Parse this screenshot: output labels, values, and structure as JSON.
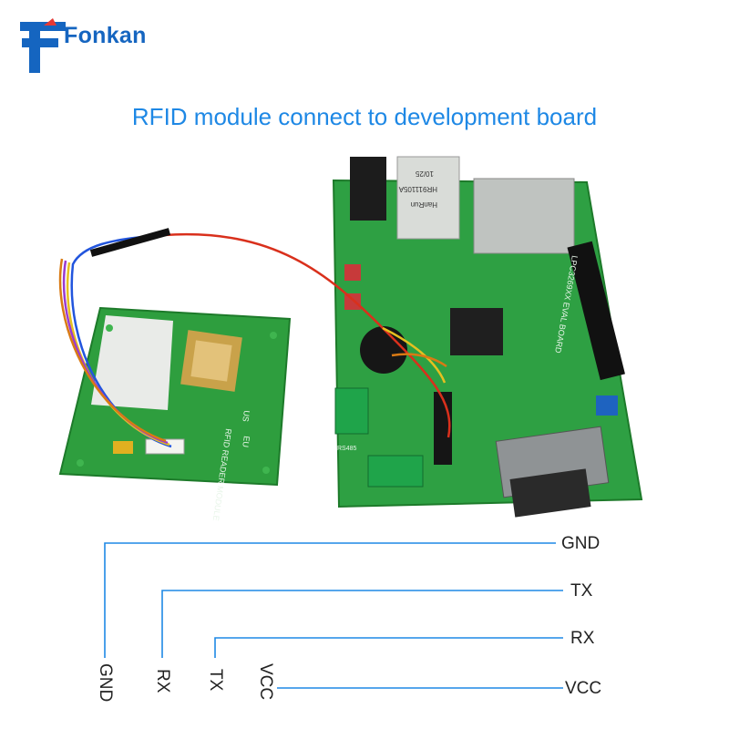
{
  "brand": {
    "name": "Fonkan",
    "color": "#1565c0",
    "red": "#e53935"
  },
  "title": "RFID module connect to development board",
  "rfid_module": {
    "label": "RFID READER MODULE",
    "region_options": [
      "EU",
      "US"
    ]
  },
  "dev_board": {
    "rj45_text": [
      "HR911105A",
      "10/25",
      "HanRun"
    ],
    "board_name": "LPC3269XX EVAL BOARD",
    "terminal_label": "RS485"
  },
  "wiring": {
    "right_labels": [
      "GND",
      "TX",
      "RX",
      "VCC"
    ],
    "bottom_labels": [
      "GND",
      "RX",
      "TX",
      "VCC"
    ],
    "line_color": "#1e88e5"
  }
}
